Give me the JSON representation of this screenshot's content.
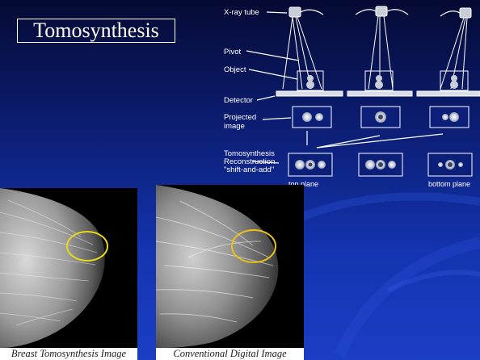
{
  "slide": {
    "title": "Tomosynthesis",
    "background_color": "#0c1f78",
    "highlight_color": "#e8d81a"
  },
  "diagram": {
    "label_xray_tube": "X-ray tube",
    "label_pivot": "Pivot",
    "label_object": "Object",
    "label_detector": "Detector",
    "label_projected_line1": "Projected",
    "label_projected_line2": "image",
    "label_recon_line1": "Tomosynthesis",
    "label_recon_line2": "Reconstruction",
    "label_recon_line3": "\"shift-and-add\"",
    "label_top_plane": "top plane",
    "label_bottom_plane": "bottom plane"
  },
  "images": {
    "tomo_caption": "Breast Tomosynthesis Image",
    "conventional_caption": "Conventional Digital Image"
  }
}
